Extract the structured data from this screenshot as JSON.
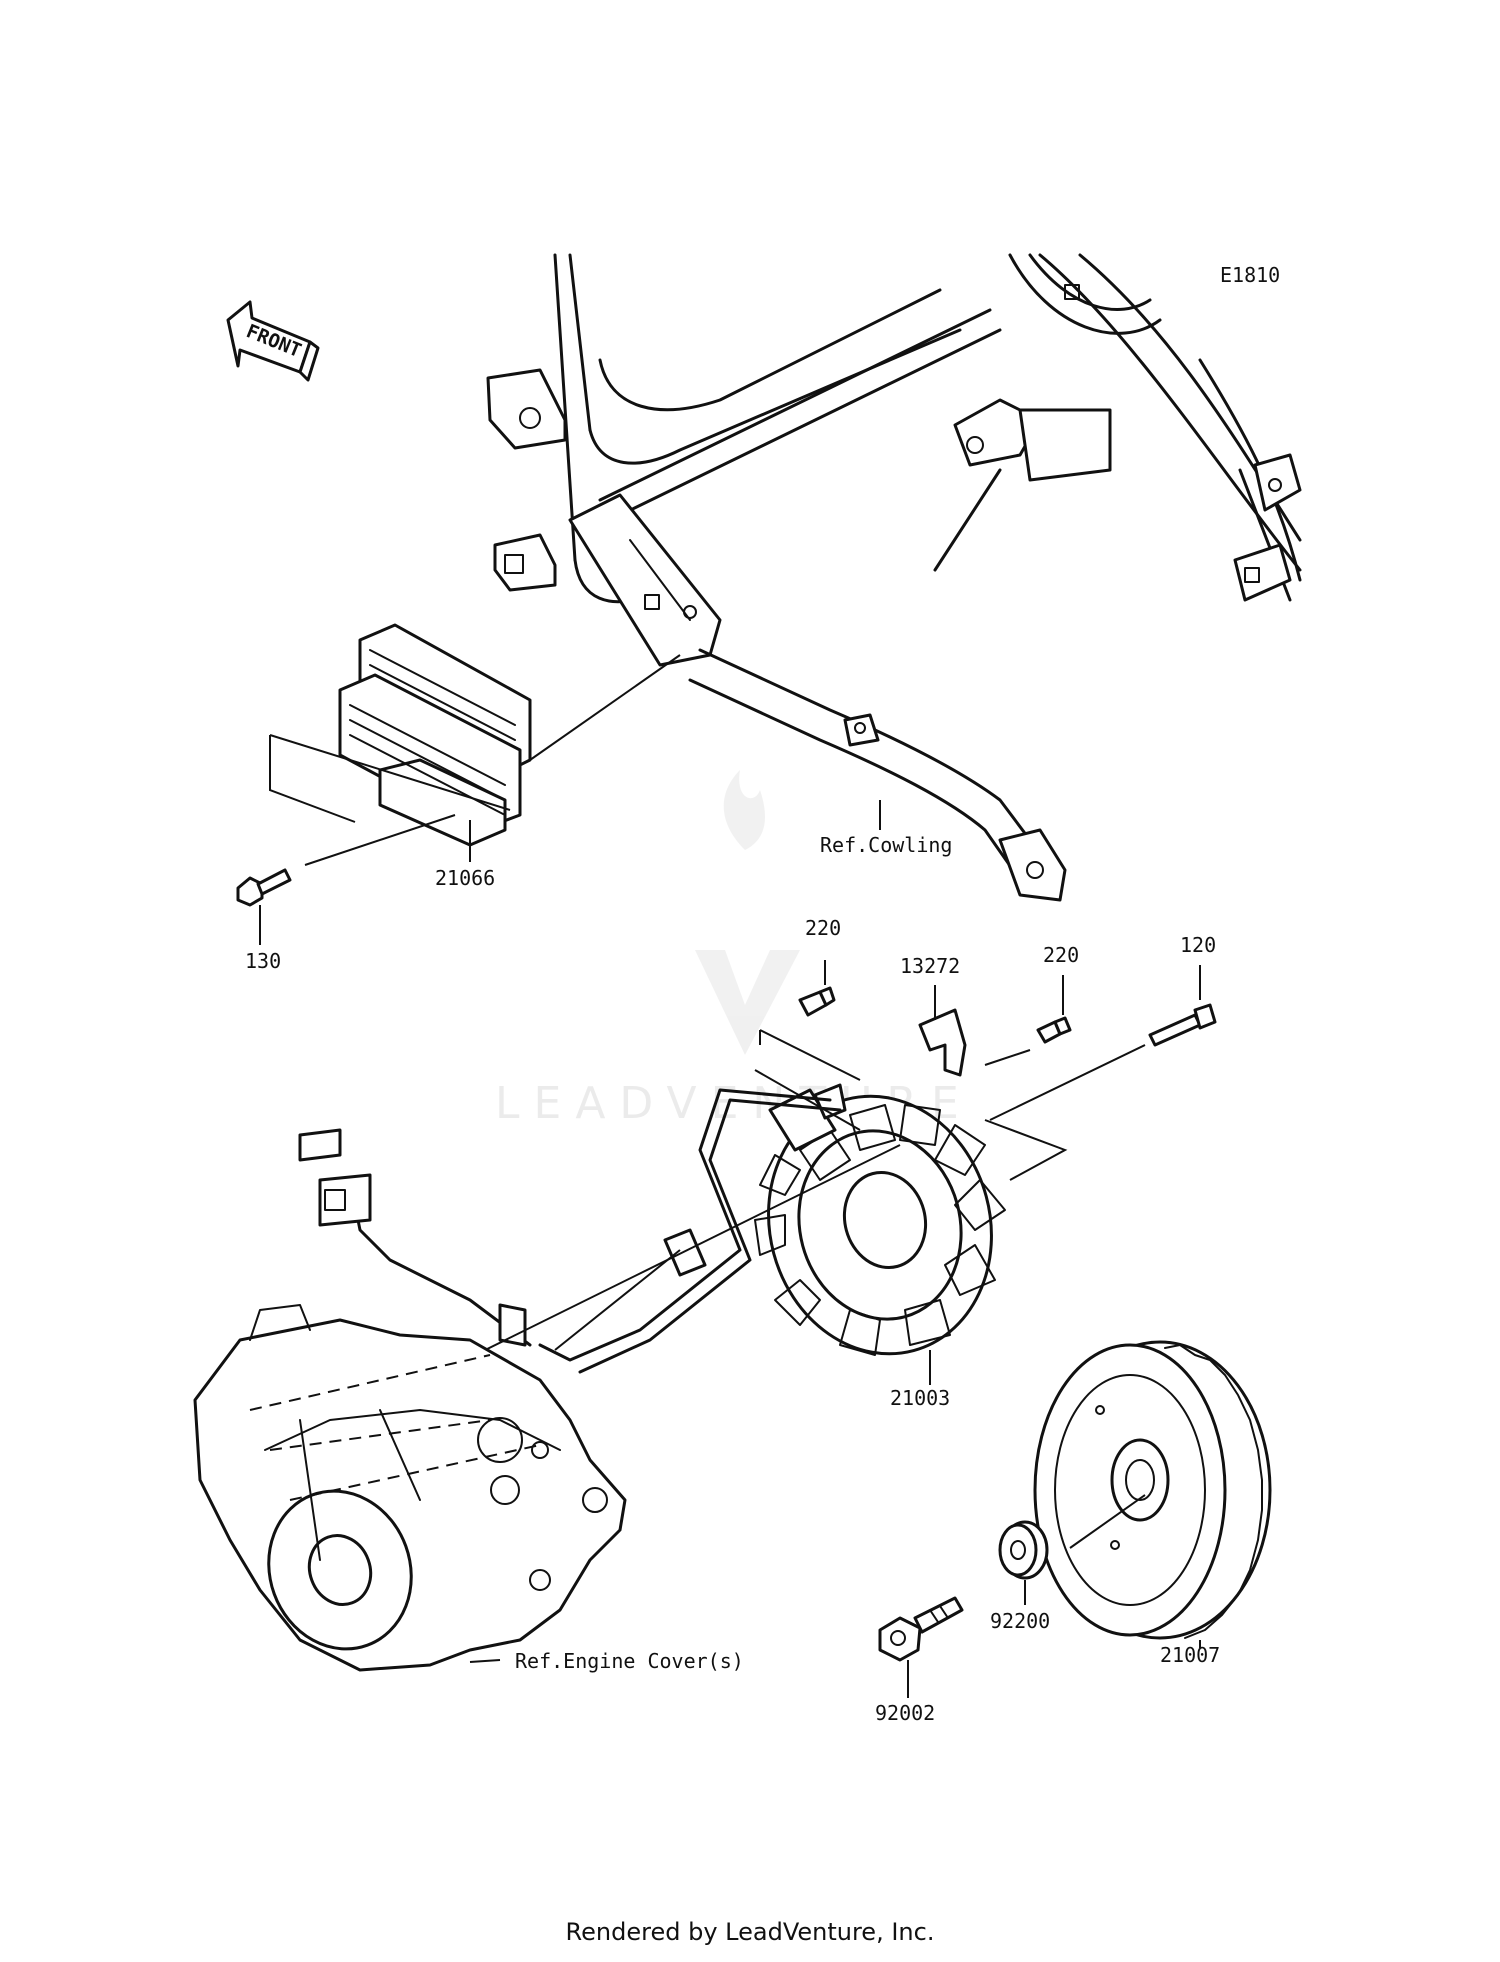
{
  "diagram_code": "E1810",
  "front_arrow": {
    "text": "FRONT",
    "icon": "front-direction-arrow-icon"
  },
  "watermark": {
    "text": "LEADVENTURE",
    "icon": "leadventure-logo-icon"
  },
  "parts": {
    "p21066": "21066",
    "p130": "130",
    "p220a": "220",
    "p13272": "13272",
    "p220b": "220",
    "p120": "120",
    "p21003": "21003",
    "p21007": "21007",
    "p92200": "92200",
    "p92002": "92002"
  },
  "references": {
    "cowling": "Ref.Cowling",
    "engine_cover": "Ref.Engine Cover(s)"
  },
  "footer": "Rendered by LeadVenture, Inc.",
  "colors": {
    "line": "#111111",
    "background": "#ffffff",
    "watermark": "#d9d9d9"
  }
}
